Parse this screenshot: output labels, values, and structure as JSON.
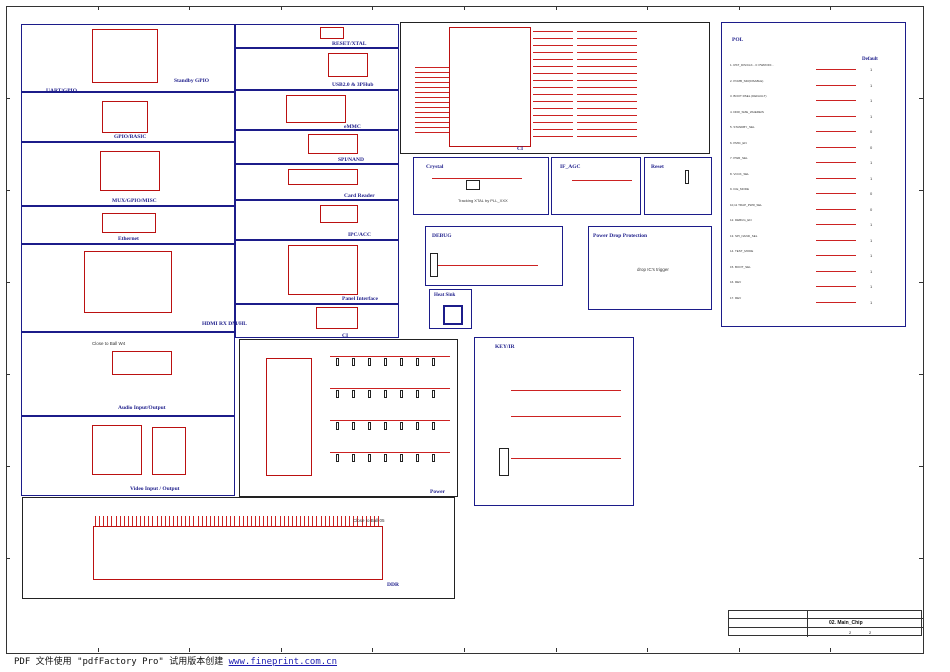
{
  "sheet": {
    "blocks": {
      "uart": "UART/GPIO",
      "standby": "Standby GPIO",
      "gpio_basic": "GPIO/BASIC",
      "reset": "RESET/XTAL",
      "usb": "USB2.0 & 3PHub",
      "emmc": "eMMC",
      "spi": "SPI/NAND",
      "card": "Card Reader",
      "mux": "MUX/GPIO/MISC",
      "ethernet": "Ethernet",
      "ipc": "IPC/ACC",
      "panel": "Panel Interface",
      "hdmi": "HDMI RX DM/HL",
      "audio": "Audio Input/Output",
      "video": "Video Input / Output",
      "ci": "CI",
      "crystal": "Crystal",
      "if_agc": "IF_AGC",
      "reset_r": "Reset",
      "debug": "DEBUG",
      "power_drop": "Power Drop Protection",
      "heat_sink": "Heat Sink",
      "key_ir": "KEY/IR",
      "power": "Power",
      "ddr": "DDR",
      "pol": "POL",
      "default": "Default"
    },
    "notes": {
      "close_ball": "Close to Ball  W4",
      "close_ball2": "Close to Ball  05",
      "drop": "drop IC's trigger",
      "xtal_note": "Tracking XTAL by PLL_XXX"
    },
    "pol_rows": [
      {
        "no": "1.",
        "text": "RST_DIS/CLK...3: PWROFF...",
        "val": "1"
      },
      {
        "no": "2.",
        "text": "PCMB_SIR(DISABLE)",
        "val": "1"
      },
      {
        "no": "3.",
        "text": "BOOT RSEL (DEFAULT)",
        "val": "1"
      },
      {
        "no": "4.",
        "text": "DDR_SIZE_WHEREIS",
        "val": "1"
      },
      {
        "no": "5.",
        "text": "STANDBY_SEL",
        "val": "0"
      },
      {
        "no": "6.",
        "text": "PMIC_EN",
        "val": "0"
      },
      {
        "no": "7.",
        "text": "PWR_SEL",
        "val": "1"
      },
      {
        "no": "8.",
        "text": "VCCK_SEL",
        "val": "1"
      },
      {
        "no": "9.",
        "text": "ICE_MODE",
        "val": "0"
      },
      {
        "no": "10,11",
        "text": "TRAP_PWR_SEL",
        "val": "0"
      },
      {
        "no": "12.",
        "text": "DEBUG_EN",
        "val": "1"
      },
      {
        "no": "13.",
        "text": "SPI_NAND_SEL",
        "val": "1"
      },
      {
        "no": "14.",
        "text": "TEST_MODE",
        "val": "1"
      },
      {
        "no": "15.",
        "text": "BOOT_SEL",
        "val": "1"
      },
      {
        "no": "16.",
        "text": "REV",
        "val": "1"
      },
      {
        "no": "17.",
        "text": "REV",
        "val": "1"
      }
    ],
    "title_block": {
      "title": "02. Main_Chip",
      "sheet": "2",
      "of": "2"
    }
  },
  "footer": {
    "prefix": "PDF 文件使用 \"pdfFactory Pro\" 试用版本创建 ",
    "link": "www.fineprint.com.cn"
  }
}
